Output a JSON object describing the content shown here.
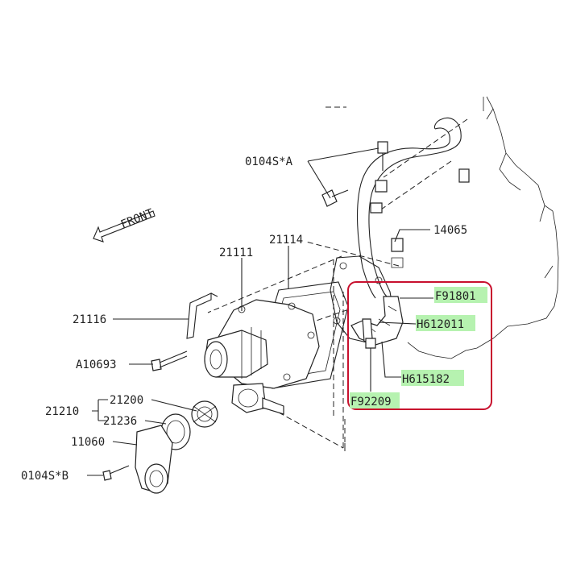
{
  "diagram": {
    "front_label": "FRONT",
    "labels": {
      "bolt_a": "0104S*A",
      "bolt_b": "0104S*B",
      "pipe": "14065",
      "pump_body": "21111",
      "gasket": "21114",
      "bracket": "21116",
      "stud_bolt": "A10693",
      "thermostat_set": "21210",
      "thermostat": "21200",
      "thermostat_gasket": "21236",
      "thermostat_cover": "11060",
      "clamp": "F91801",
      "hose_1": "H612011",
      "hose_2": "H615182",
      "clip": "F92209"
    },
    "highlight_color": "#b6f2b0",
    "box_color": "#c8102e"
  }
}
